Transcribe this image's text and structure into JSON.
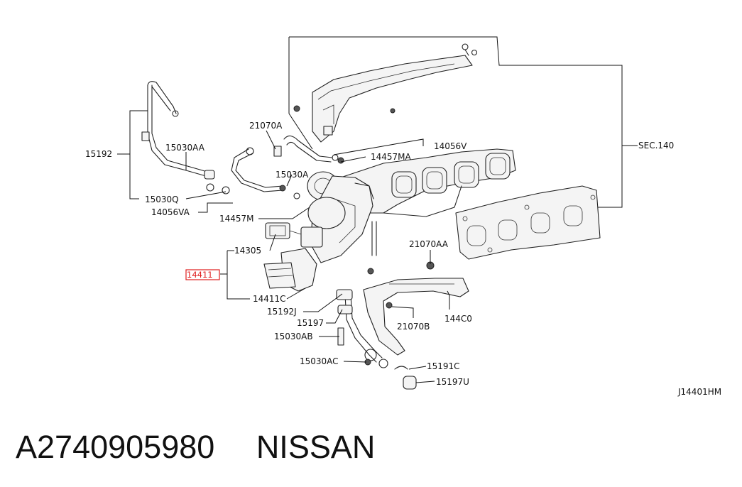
{
  "diagram": {
    "code": "J14401HM",
    "section_ref": "SEC.140",
    "labels": {
      "p15192": "15192",
      "p15030AA": "15030AA",
      "p15030Q": "15030Q",
      "p14056VA": "14056VA",
      "p21070A": "21070A",
      "p15030A": "15030A",
      "p14457M": "14457M",
      "p14056V": "14056V",
      "p14457MA": "14457MA",
      "p14305": "14305",
      "p14411": "14411",
      "p14411C": "14411C",
      "p15192J": "15192J",
      "p15197": "15197",
      "p15030AB": "15030AB",
      "p15030AC": "15030AC",
      "p21070AA": "21070AA",
      "p21070B": "21070B",
      "p144C0": "144C0",
      "p15191C": "15191C",
      "p15197U": "15197U"
    },
    "highlight_color": "#e02020"
  },
  "footer": {
    "part_number": "A2740905980",
    "brand": "NISSAN"
  }
}
